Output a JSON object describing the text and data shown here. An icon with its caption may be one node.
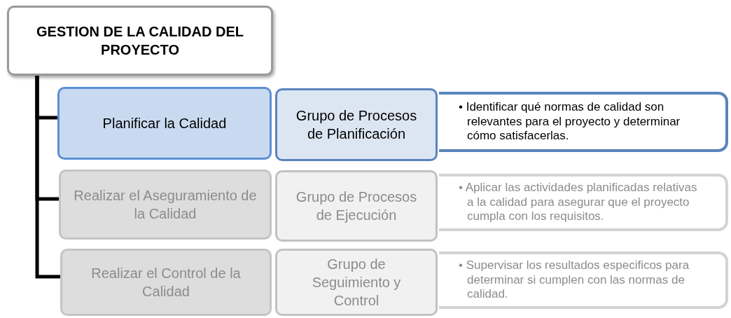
{
  "diagram": {
    "nodes": [
      {
        "text": [
          "GESTION DE LA CALIDAD DEL PROYECTO"
        ]
      },
      {
        "text": [
          "Planificar la Calidad"
        ]
      },
      {
        "text": [
          "Grupo de Procesos de Planificación"
        ]
      },
      {
        "text": [
          "• Identificar qué normas de calidad son relevantes para el proyecto y determinar cómo satisfacerlas."
        ]
      },
      {
        "text": [
          "Realizar el Aseguramiento de la Calidad"
        ]
      },
      {
        "text": [
          "Grupo de Procesos de Ejecución"
        ]
      },
      {
        "text": [
          "• Aplicar las actividades planificadas relativas a la calidad para asegurar que el proyecto cumpla con los requisitos."
        ]
      },
      {
        "text": [
          "Realizar el Control de la Calidad"
        ]
      },
      {
        "text": [
          "Grupo de Seguimiento y Control"
        ]
      },
      {
        "text": [
          "• Supervisar los resultados especificos para determinar si cumplen con las normas de calidad."
        ]
      }
    ],
    "edges": [
      {
        "from": 0,
        "to": 1,
        "arrow": "none"
      },
      {
        "from": 0,
        "to": 4,
        "arrow": "none"
      },
      {
        "from": 0,
        "to": 7,
        "arrow": "none"
      }
    ]
  }
}
